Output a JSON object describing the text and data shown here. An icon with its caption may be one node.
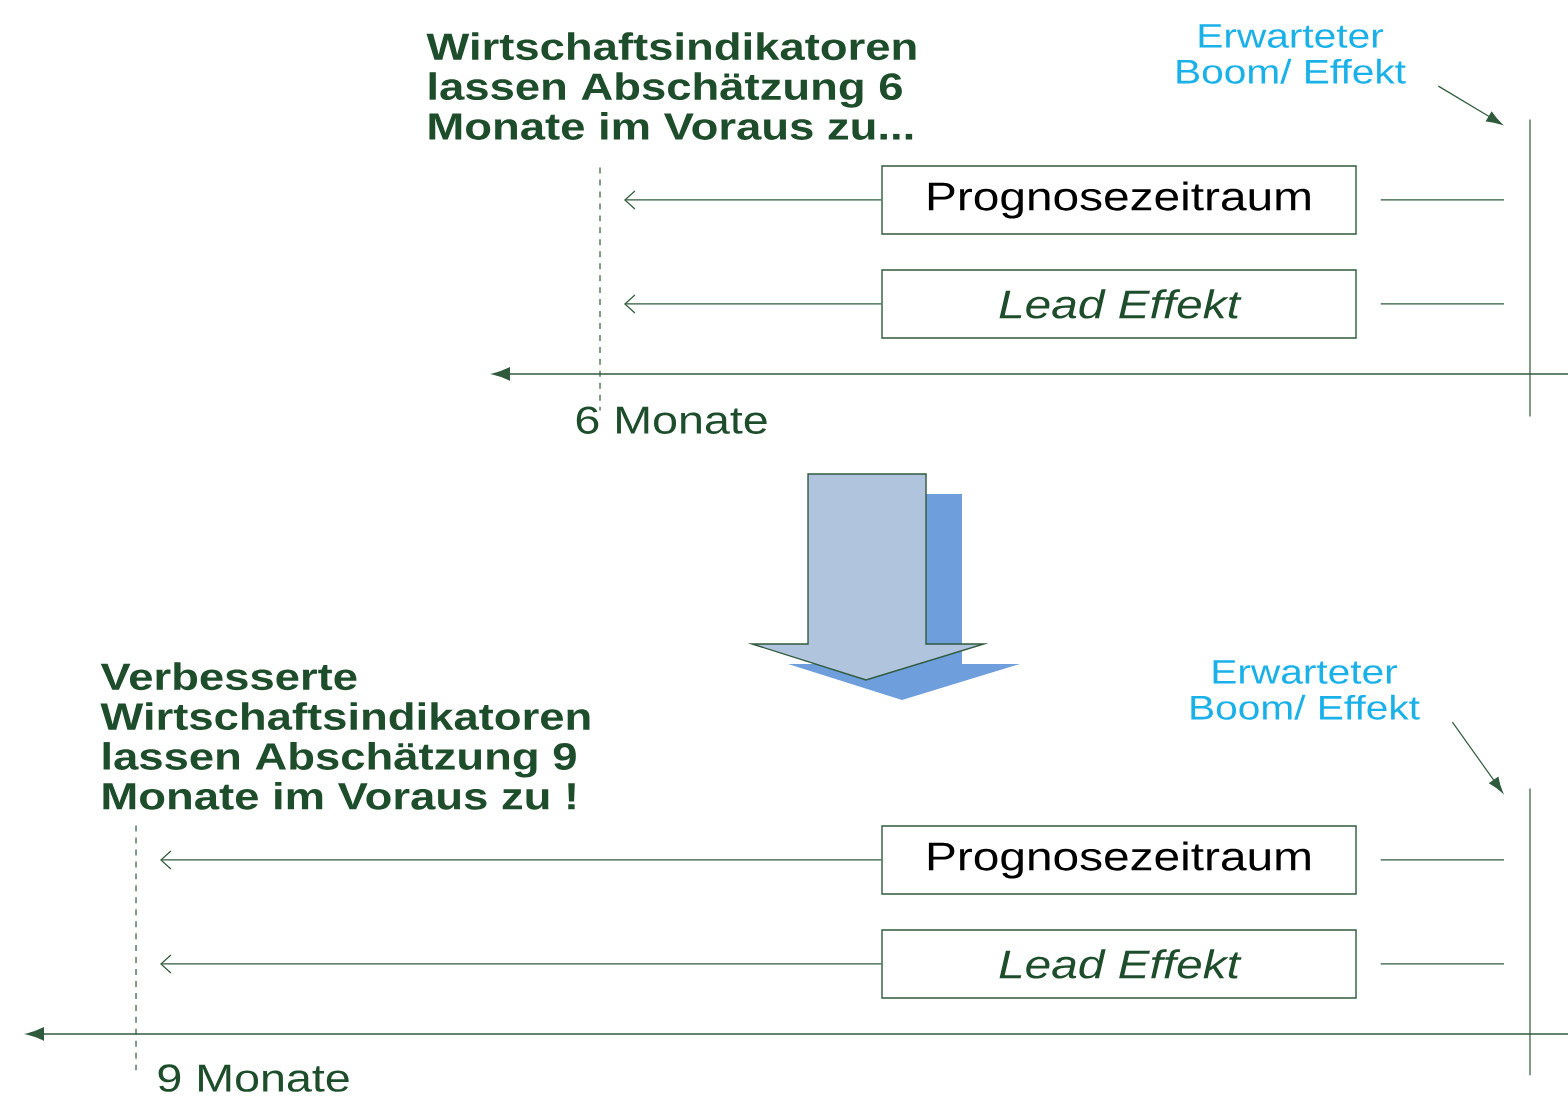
{
  "diagram": {
    "nodes": [
      {
        "text": [
          "Erwarteter Boom/ Effekt"
        ]
      },
      {
        "text": [],
        "shape": "line"
      },
      {
        "text": [
          "Prognosezeitraum"
        ]
      },
      {
        "text": [
          "Lead Effekt"
        ]
      },
      {
        "text": [],
        "shape": "line",
        "beside": [
          "6 Monate"
        ]
      },
      {
        "text": [
          "Erwarteter Boom/ Effekt"
        ]
      },
      {
        "text": [],
        "shape": "line"
      },
      {
        "text": [
          "Prognosezeitraum"
        ]
      },
      {
        "text": [
          "Lead Effekt"
        ]
      },
      {
        "text": [],
        "shape": "line",
        "beside": [
          "9 Monate"
        ]
      }
    ],
    "edges": [
      {
        "from": 0,
        "to": 1,
        "arrow": "to"
      },
      {
        "from": 1,
        "to": 2,
        "arrow": "none"
      },
      {
        "from": 2,
        "to": 4,
        "arrow": "to"
      },
      {
        "from": 1,
        "to": 3,
        "arrow": "none"
      },
      {
        "from": 3,
        "to": 4,
        "arrow": "to"
      },
      {
        "from": 5,
        "to": 6,
        "arrow": "to"
      },
      {
        "from": 6,
        "to": 7,
        "arrow": "none"
      },
      {
        "from": 7,
        "to": 9,
        "arrow": "to"
      },
      {
        "from": 6,
        "to": 8,
        "arrow": "none"
      },
      {
        "from": 8,
        "to": 9,
        "arrow": "to"
      }
    ],
    "labels": [
      "Wirtschaftsindikatoren lassen Abschätzung 6 Monate im Voraus zu...",
      "Verbesserte Wirtschaftsindikatoren lassen Abschätzung 9 Monate im Voraus zu !"
    ]
  }
}
